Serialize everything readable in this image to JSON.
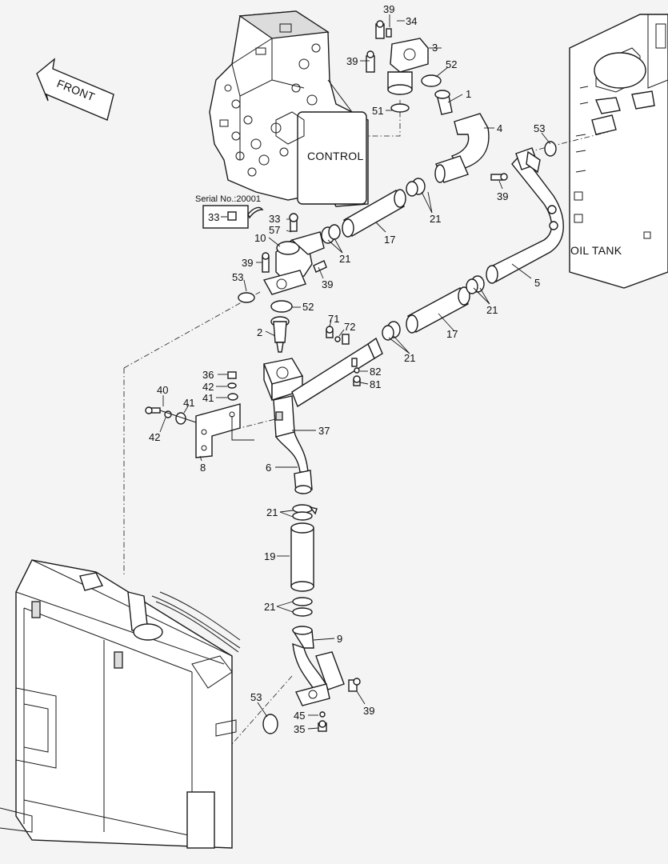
{
  "diagram": {
    "texts": {
      "front": "FRONT",
      "control": "CONTROL",
      "oil_tank": "OIL TANK",
      "serial": "Serial No.:20001",
      "serial_part": "33"
    },
    "callouts": {
      "c1": "39",
      "c2": "34",
      "c3": "3",
      "c4": "39",
      "c5": "52",
      "c6": "1",
      "c7": "51",
      "c8": "4",
      "c9": "53",
      "c10": "39",
      "c11": "21",
      "c12": "33",
      "c13": "57",
      "c14": "10",
      "c15": "17",
      "c16": "21",
      "c17": "39",
      "c18": "39",
      "c19": "53",
      "c20": "52",
      "c21": "5",
      "c22": "21",
      "c23": "2",
      "c24": "71",
      "c25": "72",
      "c26": "17",
      "c27": "21",
      "c28": "36",
      "c29": "82",
      "c30": "42",
      "c31": "81",
      "c32": "41",
      "c33": "40",
      "c34": "41",
      "c35": "42",
      "c36": "37",
      "c37": "8",
      "c38": "6",
      "c39": "21",
      "c40": "19",
      "c41": "21",
      "c42": "9",
      "c43": "53",
      "c44": "39",
      "c45": "45",
      "c46": "35"
    }
  }
}
